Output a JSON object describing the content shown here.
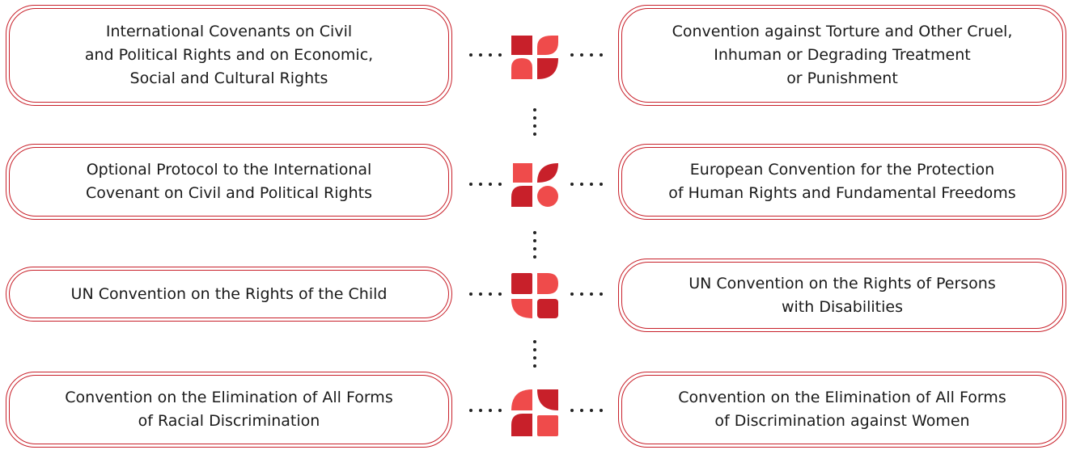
{
  "colors": {
    "accent_dark": "#c8202a",
    "accent_light": "#ef4b4b",
    "border": "#c8202a",
    "text": "#1a1a1a"
  },
  "rows": [
    {
      "left": "International Covenants on Civil\nand Political Rights and on Economic,\nSocial and Cultural Rights",
      "right": "Convention against Torture and Other Cruel,\nInhuman or Degrading Treatment\nor Punishment",
      "icon": "petal-cluster-icon"
    },
    {
      "left": "Optional Protocol to the International\nCovenant on Civil and Political Rights",
      "right": "European Convention for the Protection\nof Human Rights and Fundamental Freedoms",
      "icon": "leaf-cluster-icon"
    },
    {
      "left": "UN Convention on the Rights of the Child",
      "right": "UN Convention on the Rights of Persons\nwith Disabilities",
      "icon": "block-cluster-icon"
    },
    {
      "left": "Convention on the Elimination of All Forms\nof Racial Discrimination",
      "right": "Convention on the Elimination of All Forms\nof Discrimination against Women",
      "icon": "quarter-cluster-icon"
    }
  ]
}
